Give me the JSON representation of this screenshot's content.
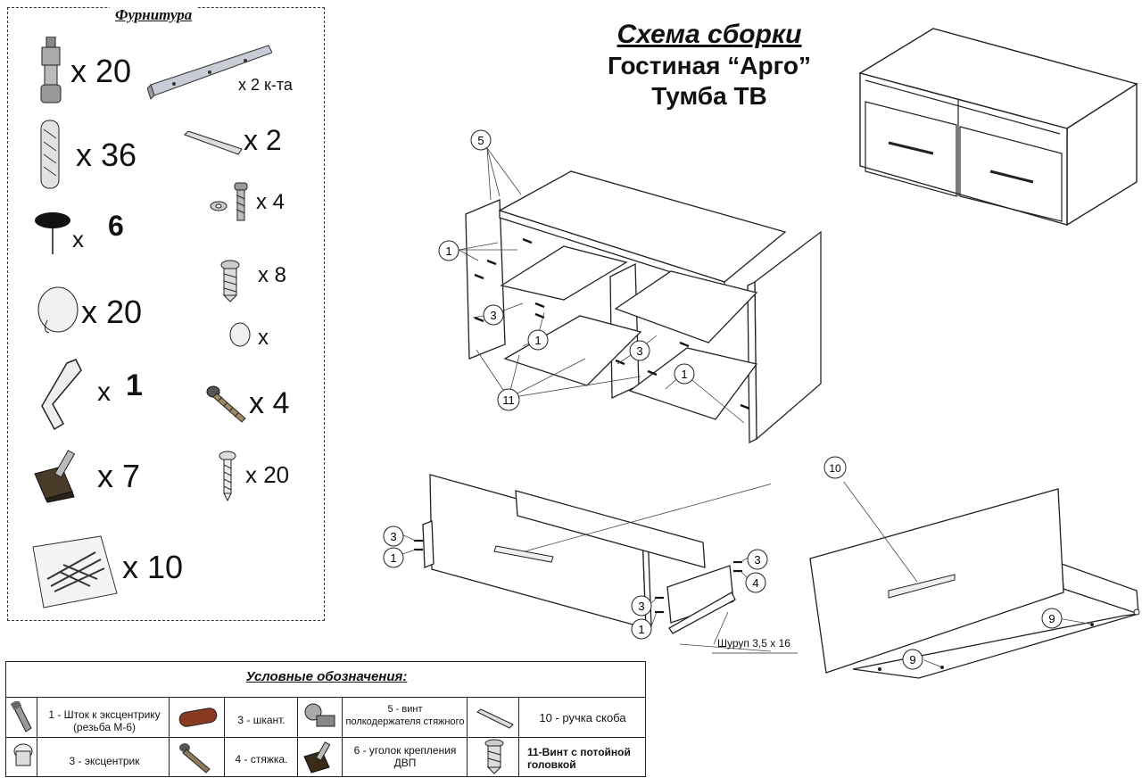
{
  "hardware": {
    "title": "Фурнитура",
    "items": [
      {
        "icon": "eccentric-rod-icon",
        "qty": "х 20"
      },
      {
        "icon": "drawer-slide-icon",
        "qty": "х 2 к-та"
      },
      {
        "icon": "dowel-icon",
        "qty": "х 36"
      },
      {
        "icon": "handle-bar-icon",
        "qty": "х 2"
      },
      {
        "icon": "shelf-support-icon",
        "qty": "х",
        "qty_bold": "6"
      },
      {
        "icon": "screw-washer-icon",
        "qty": "х 4"
      },
      {
        "icon": "cover-cap-icon",
        "qty": "х 20"
      },
      {
        "icon": "countersunk-screw-icon",
        "qty": "х 8"
      },
      {
        "icon": "hex-key-icon",
        "qty": "х",
        "qty_bold": "1"
      },
      {
        "icon": "small-cap-icon",
        "qty": "х"
      },
      {
        "icon": "corner-bracket-icon",
        "qty": "х 7"
      },
      {
        "icon": "confirmat-screw-icon",
        "qty": "х 4"
      },
      {
        "icon": "wood-screw-icon",
        "qty": "х 20"
      },
      {
        "icon": "screw-bag-icon",
        "qty": "х 10"
      }
    ]
  },
  "title": {
    "line1": "Схема сборки",
    "line2": "Гостиная “Арго”",
    "line3": "Тумба ТВ"
  },
  "callouts": {
    "c1": "1",
    "c3": "3",
    "c4": "4",
    "c5": "5",
    "c9": "9",
    "c10": "10",
    "c11": "11"
  },
  "screw_label": "Шуруп 3,5 х 16",
  "legend": {
    "title": "Условные обозначения:",
    "entries": [
      {
        "icon": "eccentric-rod-icon",
        "text1": "1 - Шток к эксцентрику",
        "text2": "(резьба М-6)"
      },
      {
        "icon": "dowel-icon",
        "text1": "3 - шкант."
      },
      {
        "icon": "shelf-screw-icon",
        "text1": "5 - винт",
        "text2": "полкодержателя стяжного"
      },
      {
        "icon": "handle-bar-icon",
        "text1": "10 - ручка скоба"
      },
      {
        "icon": "eccentric-icon",
        "text1": "3 - эксцентрик"
      },
      {
        "icon": "tie-screw-icon",
        "text1": "4 - стяжка."
      },
      {
        "icon": "corner-bracket-icon",
        "text1": "6 - уголок крепления",
        "text2": "ДВП"
      },
      {
        "icon": "countersunk-screw-icon",
        "text1": "11-Винт с потойной",
        "text2": "головкой"
      }
    ]
  }
}
